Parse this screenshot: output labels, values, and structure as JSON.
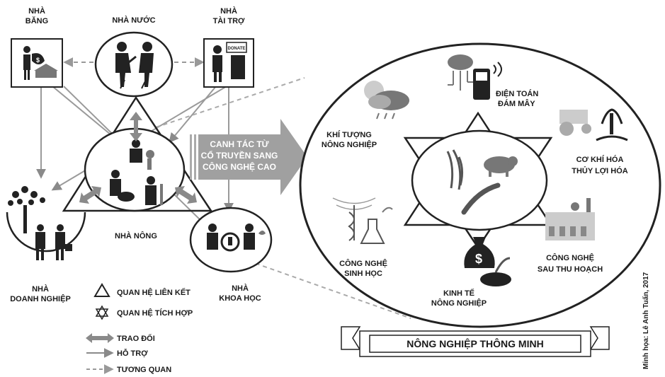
{
  "actors": {
    "bank": [
      "NHÀ",
      "BĂNG"
    ],
    "state": [
      "NHÀ NƯỚC"
    ],
    "sponsor": [
      "NHÀ",
      "TÀI TRỢ"
    ],
    "farmer": [
      "NHÀ NÔNG"
    ],
    "enterprise": [
      "NHÀ",
      "DOANH NGHIỆP"
    ],
    "scientist": [
      "NHÀ",
      "KHOA HỌC"
    ]
  },
  "donate_sign": "DONATE",
  "center_arrow": [
    "CANH TÁC TỪ",
    "CỔ TRUYỀN SANG",
    "CÔNG NGHỆ CAO"
  ],
  "technologies": {
    "meteorology": [
      "KHÍ TƯỢNG",
      "NÔNG NGHIỆP"
    ],
    "cloud": [
      "ĐIỆN TOÁN",
      "ĐÁM MÂY"
    ],
    "mechanization": [
      "CƠ KHÍ HÓA",
      "THỦY LỢI HÓA"
    ],
    "biotech": [
      "CÔNG NGHỆ",
      "SINH HỌC"
    ],
    "economics": [
      "KINH TẾ",
      "NÔNG NGHIỆP"
    ],
    "postharvest": [
      "CÔNG NGHỆ",
      "SAU THU HOẠCH"
    ]
  },
  "legend": {
    "link": "QUAN HỆ LIÊN KẾT",
    "integration": "QUAN HỆ TÍCH HỢP",
    "exchange": "TRAO ĐỔI",
    "support": "HỖ TRỢ",
    "correlation": "TƯƠNG QUAN"
  },
  "banner": "NÔNG NGHIỆP THÔNG MINH",
  "credit": "Minh họa: Lê Anh Tuấn, 2017",
  "colors": {
    "ink": "#1a1a1a",
    "arrow_gray": "#8a8a8a",
    "line_gray": "#9a9a9a",
    "big_arrow": "#a0a0a0"
  }
}
